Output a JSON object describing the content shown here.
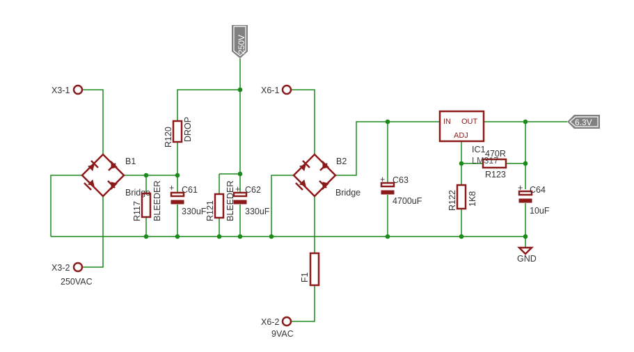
{
  "connectors": {
    "x3_1": "X3-1",
    "x3_2": "X3-2",
    "x3_value": "250VAC",
    "x6_1": "X6-1",
    "x6_2": "X6-2",
    "x6_value": "9VAC"
  },
  "bridges": {
    "b1_name": "B1",
    "b1_value": "Bridge",
    "b2_name": "B2",
    "b2_value": "Bridge"
  },
  "resistors": {
    "r117_name": "R117",
    "r117_value": "BLEEDER",
    "r120_name": "R120",
    "r120_value": "DROP",
    "r121_name": "R121",
    "r121_value": "BLEEDER",
    "r122_name": "R122",
    "r122_value": "1K8",
    "r123_name": "R123",
    "r123_value": "470R"
  },
  "capacitors": {
    "c61_name": "C61",
    "c61_value": "330uF",
    "c62_name": "C62",
    "c62_value": "330uF",
    "c63_name": "C63",
    "c63_value": "4700uF",
    "c64_name": "C64",
    "c64_value": "10uF",
    "plus": "+"
  },
  "regulator": {
    "name": "IC1",
    "value": "LM317",
    "pin_in": "IN",
    "pin_out": "OUT",
    "pin_adj": "ADJ"
  },
  "fuse": {
    "name": "F1"
  },
  "nets": {
    "hv": "250V",
    "lv": "6.3V",
    "gnd": "GND"
  },
  "colors": {
    "wire": "#1a8a1a",
    "part": "#8b1a1a",
    "net_label_bg": "#808080"
  }
}
